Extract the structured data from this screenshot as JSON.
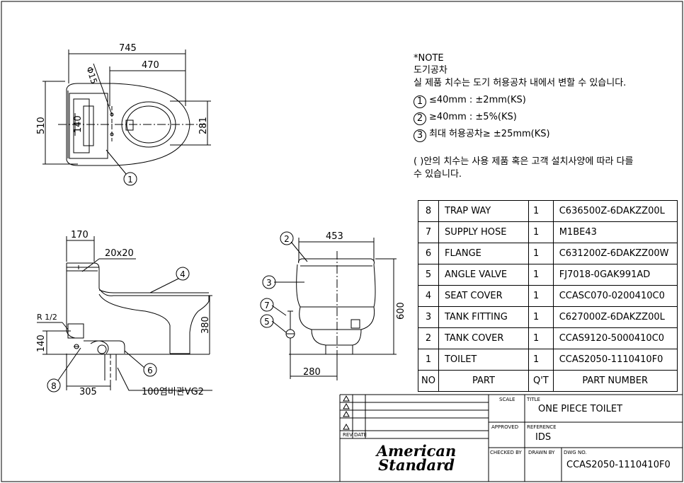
{
  "notes": {
    "title": "*NOTE",
    "subtitle": "도기공차",
    "line1": "실 제품 치수는 도기 허용공차 내에서 변할 수 있습니다.",
    "items": [
      {
        "num": "1",
        "text": "≤40mm : ±2mm(KS)"
      },
      {
        "num": "2",
        "text": "≥40mm : ±5%(KS)"
      },
      {
        "num": "3",
        "text": "최대 허용공차≥ ±25mm(KS)"
      }
    ],
    "para_line1": "( )안의 치수는 사용 제품 혹은 고객 설치사양에 따라 다를",
    "para_line2": "수 있습니다."
  },
  "parts": [
    {
      "no": "8",
      "name": "TRAP WAY",
      "qty": "1",
      "pn": "C636500Z-6DAKZZ00L"
    },
    {
      "no": "7",
      "name": "SUPPLY HOSE",
      "qty": "1",
      "pn": "M1BE43"
    },
    {
      "no": "6",
      "name": "FLANGE",
      "qty": "1",
      "pn": "C631200Z-6DAKZZ00W"
    },
    {
      "no": "5",
      "name": "ANGLE VALVE",
      "qty": "1",
      "pn": "FJ7018-0GAK991AD"
    },
    {
      "no": "4",
      "name": "SEAT COVER",
      "qty": "1",
      "pn": "CCASC070-0200410C0"
    },
    {
      "no": "3",
      "name": "TANK FITTING",
      "qty": "1",
      "pn": "C627000Z-6DAKZZ00L"
    },
    {
      "no": "2",
      "name": "TANK COVER",
      "qty": "1",
      "pn": "CCAS9120-5000410C0"
    },
    {
      "no": "1",
      "name": "TOILET",
      "qty": "1",
      "pn": "CCAS2050-1110410F0"
    }
  ],
  "parts_header": {
    "no": "NO",
    "name": "PART",
    "qty": "Q'T",
    "pn": "PART NUMBER"
  },
  "title_block": {
    "scale_label": "SCALE",
    "title_label": "TITLE",
    "title": "ONE PIECE TOILET",
    "approved_label": "APPROVED",
    "reference_label": "REFERENCE",
    "reference": "IDS",
    "checked_label": "CHECKED BY",
    "drawn_label": "DRAWN BY",
    "dwg_label": "DWG NO.",
    "dwg_no": "CCAS2050-1110410F0",
    "rev_label": "REV",
    "date_label": "DATE",
    "logo_line1": "American",
    "logo_line2": "Standard"
  },
  "dims": {
    "top_745": "745",
    "top_470": "470",
    "top_phi15": "Φ15",
    "top_510": "510",
    "top_140": "140",
    "top_281": "281",
    "side_170": "170",
    "side_20x20": "20x20",
    "side_r12": "R 1/2",
    "side_140": "140",
    "side_380": "380",
    "side_305": "305",
    "side_pipe": "100염비관VG2",
    "front_453": "453",
    "front_600": "600",
    "front_280": "280"
  },
  "callouts": {
    "c1": "1",
    "c2": "2",
    "c3": "3",
    "c4": "4",
    "c5": "5",
    "c6": "6",
    "c7": "7",
    "c8": "8"
  }
}
